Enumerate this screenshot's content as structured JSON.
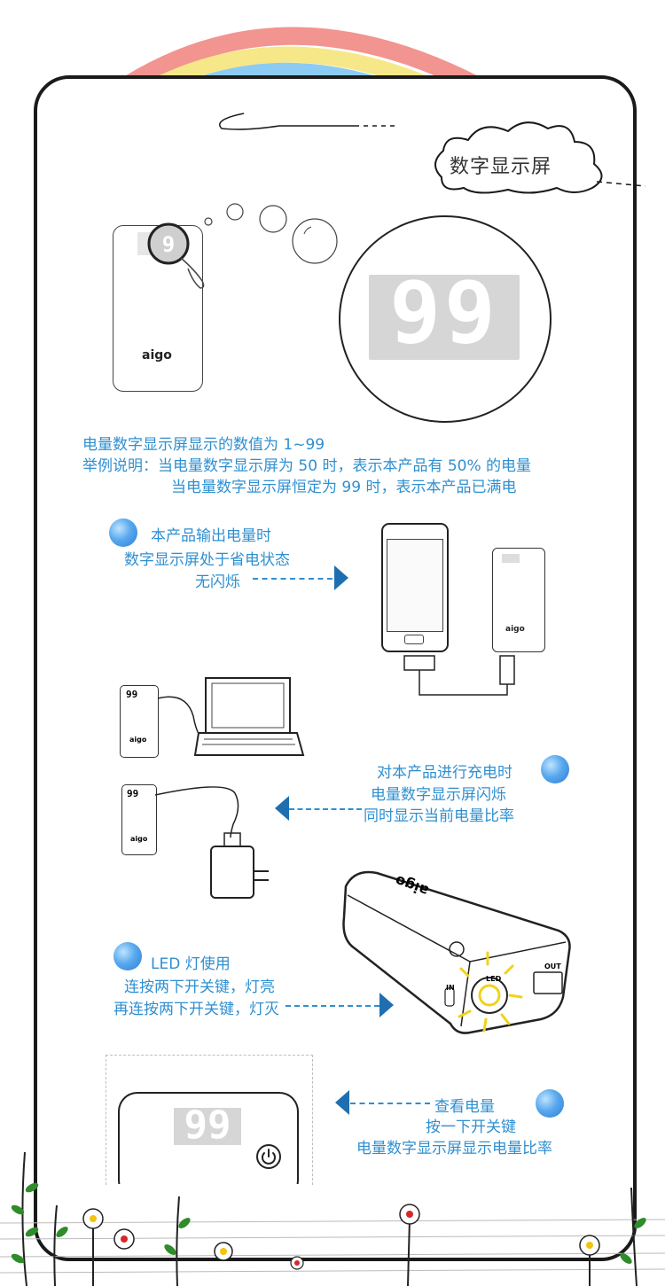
{
  "heading": "数字显示屏",
  "display_value": "99",
  "brand": "aigo",
  "intro": {
    "line1": "电量数字显示屏显示的数值为 1~99",
    "line2": "举例说明：当电量数字显示屏为 50 时，表示本产品有 50% 的电量",
    "line3": "当电量数字显示屏恒定为 99 时，表示本产品已满电"
  },
  "output": {
    "line1": "本产品输出电量时",
    "line2": "数字显示屏处于省电状态",
    "line3": "无闪烁"
  },
  "charging": {
    "line1": "对本产品进行充电时",
    "line2": "电量数字显示屏闪烁",
    "line3": "同时显示当前电量比率"
  },
  "led": {
    "line1": "LED 灯使用",
    "line2": "连按两下开关键，灯亮",
    "line3": "再连按两下开关键，灯灭"
  },
  "check": {
    "line1": "查看电量",
    "line2": "按一下开关键",
    "line3": "电量数字显示屏显示电量比率"
  },
  "device_labels": {
    "in": "IN",
    "led": "LED",
    "out": "OUT"
  },
  "colors": {
    "text_blue": "#2f8fd0",
    "arrow_blue": "#1f6fb0",
    "rainbow_red": "#f2948f",
    "rainbow_yellow": "#f6e889",
    "rainbow_blue": "#8ccbf3"
  }
}
